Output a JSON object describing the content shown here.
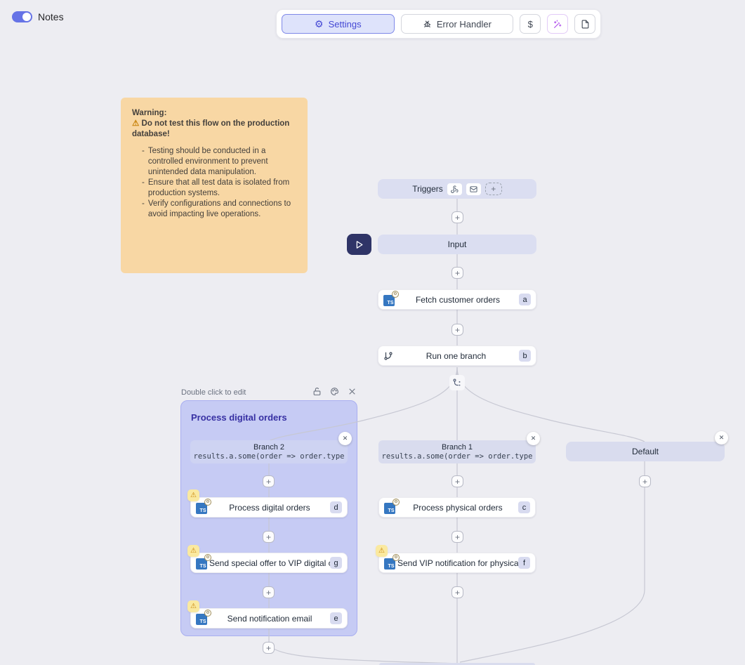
{
  "header": {
    "notes_label": "Notes",
    "settings_label": "Settings",
    "error_handler_label": "Error Handler",
    "dollar_label": "$"
  },
  "note": {
    "title": "Warning:",
    "warning_icon": "⚠",
    "warning_line": "Do not test this flow on the production database!",
    "bullet_marker": "-",
    "bullets": [
      "Testing should be conducted in a controlled environment to prevent unintended data manipulation.",
      "Ensure that all test data is isolated from production systems.",
      "Verify configurations and connections to avoid impacting live operations."
    ]
  },
  "flow": {
    "triggers": {
      "label": "Triggers"
    },
    "input": {
      "label": "Input"
    },
    "fetch": {
      "label": "Fetch customer orders",
      "badge": "a"
    },
    "run_branch": {
      "label": "Run one branch",
      "badge": "b"
    },
    "group": {
      "hint": "Double click to edit",
      "title": "Process digital orders"
    },
    "branch2": {
      "label": "Branch 2",
      "code": "results.a.some(order => order.type"
    },
    "branch1": {
      "label": "Branch 1",
      "code": "results.a.some(order => order.type"
    },
    "default_branch": {
      "label": "Default"
    },
    "process_digital": {
      "label": "Process digital orders",
      "badge": "d"
    },
    "send_special": {
      "label": "Send special offer to VIP digital c...",
      "badge": "g"
    },
    "send_email": {
      "label": "Send notification email",
      "badge": "e"
    },
    "process_physical": {
      "label": "Process physical orders",
      "badge": "c"
    },
    "send_vip": {
      "label": "Send VIP notification for physical...",
      "badge": "f"
    }
  },
  "icons": {
    "ts_label": "TS"
  },
  "colors": {
    "background": "#EDEDF2",
    "accent_indigo": "#4448D4",
    "node_lavender": "#DBDEF1",
    "group_purple": "#C6CBF4",
    "note_orange": "#F8D7A4",
    "warning_yellow": "#FAE9A0",
    "ts_blue": "#3577C1",
    "play_navy": "#2F3467",
    "wand_purple": "#AB47EA"
  }
}
